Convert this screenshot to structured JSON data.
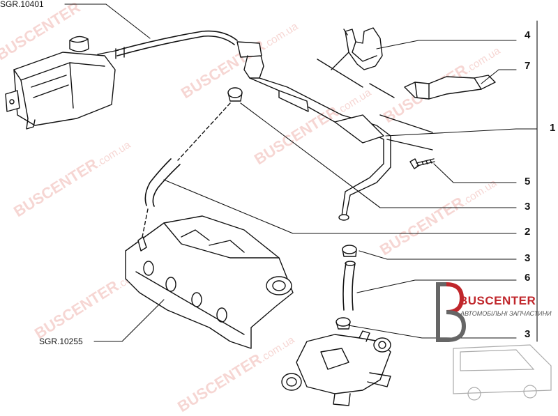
{
  "references": {
    "top_left": "SGR.10401",
    "bottom_left": "SGR.10255"
  },
  "callouts": [
    "4",
    "7",
    "1",
    "5",
    "3",
    "2",
    "3",
    "6",
    "3"
  ],
  "watermark": {
    "brand": "BUSCENTER",
    "domain": ".com.ua"
  },
  "logo": {
    "title": "BUSCENTER",
    "subtitle": "АВТОМОБІЛЬНІ ЗАПЧАСТИНИ"
  }
}
